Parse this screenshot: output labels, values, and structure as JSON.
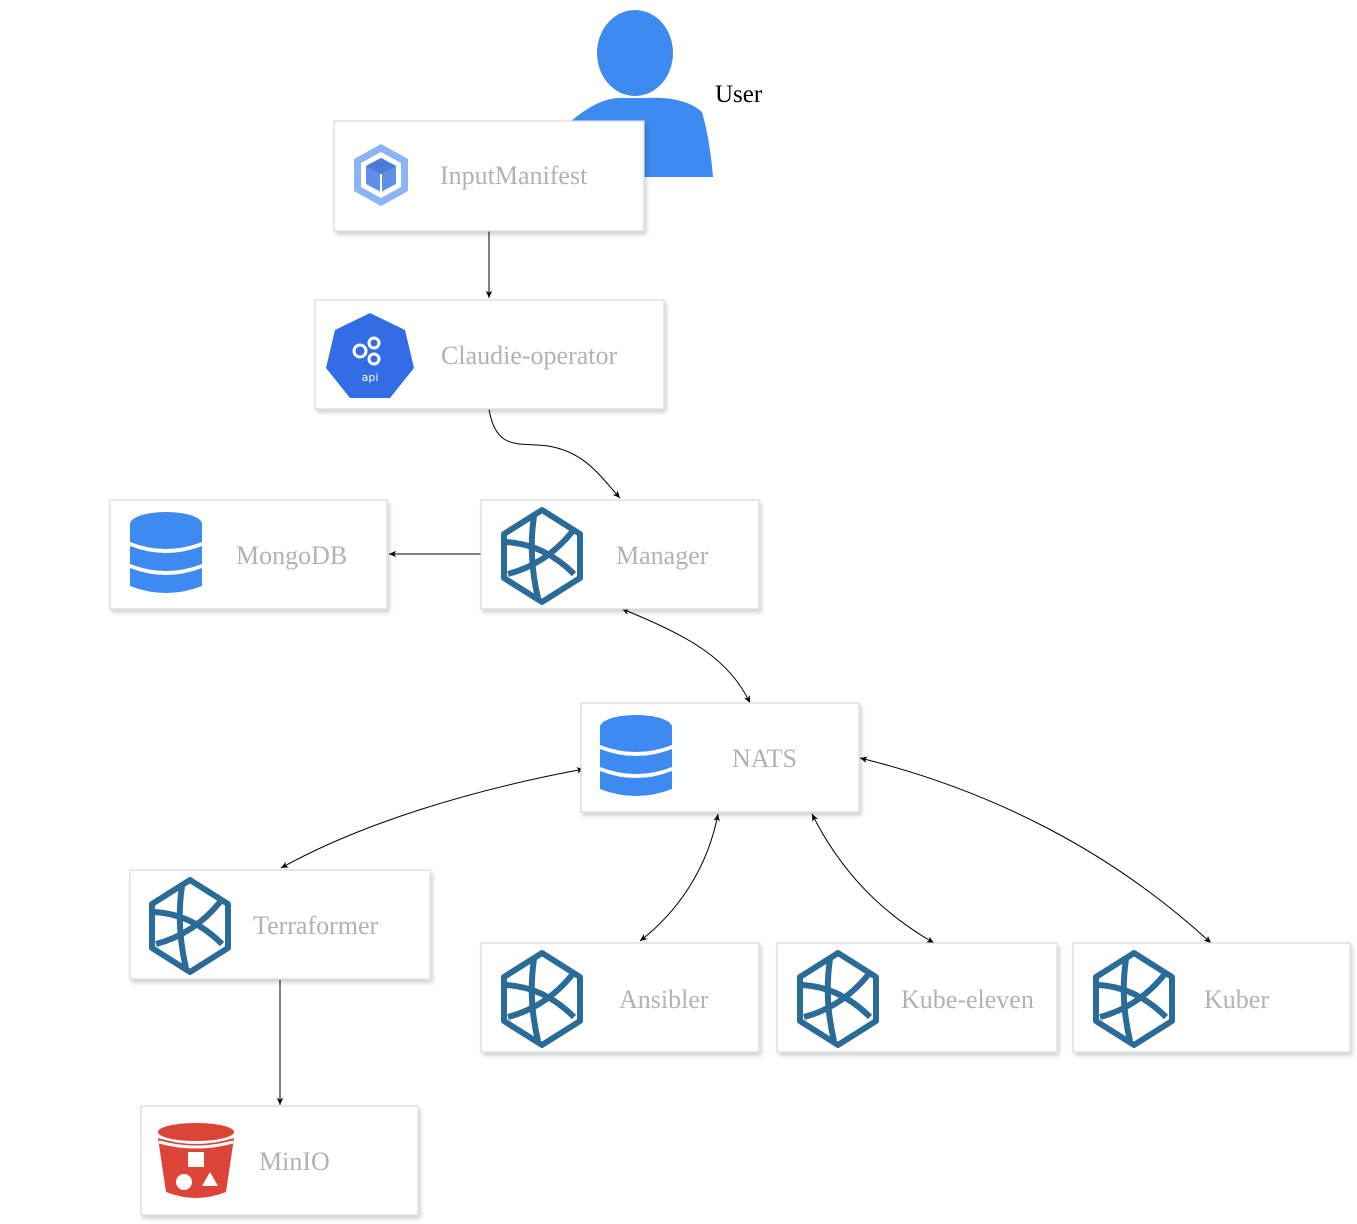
{
  "user": {
    "label": "User"
  },
  "nodes": {
    "input_manifest": {
      "label": "InputManifest",
      "icon": "cube-hexagon-icon"
    },
    "claudie_operator": {
      "label": "Claudie-operator",
      "icon": "kubernetes-api-icon"
    },
    "mongodb": {
      "label": "MongoDB",
      "icon": "database-icon"
    },
    "manager": {
      "label": "Manager",
      "icon": "service-hexagon-icon"
    },
    "nats": {
      "label": "NATS",
      "icon": "database-icon"
    },
    "terraformer": {
      "label": "Terraformer",
      "icon": "service-hexagon-icon"
    },
    "ansibler": {
      "label": "Ansibler",
      "icon": "service-hexagon-icon"
    },
    "kube_eleven": {
      "label": "Kube-eleven",
      "icon": "service-hexagon-icon"
    },
    "kuber": {
      "label": "Kuber",
      "icon": "service-hexagon-icon"
    },
    "minio": {
      "label": "MinIO",
      "icon": "storage-bucket-icon"
    }
  },
  "edges": [
    {
      "from": "input_manifest",
      "to": "claudie_operator",
      "direction": "one-way"
    },
    {
      "from": "claudie_operator",
      "to": "manager",
      "direction": "one-way"
    },
    {
      "from": "manager",
      "to": "mongodb",
      "direction": "one-way"
    },
    {
      "from": "manager",
      "to": "nats",
      "direction": "two-way"
    },
    {
      "from": "nats",
      "to": "terraformer",
      "direction": "two-way"
    },
    {
      "from": "nats",
      "to": "ansibler",
      "direction": "two-way"
    },
    {
      "from": "nats",
      "to": "kube_eleven",
      "direction": "two-way"
    },
    {
      "from": "nats",
      "to": "kuber",
      "direction": "two-way"
    },
    {
      "from": "terraformer",
      "to": "minio",
      "direction": "one-way"
    }
  ],
  "colors": {
    "user": "#3d8af0",
    "database": "#3d8af0",
    "service_hexagon": "#2b6b98",
    "kubernetes": "#326de6",
    "cube": "#8db3f5",
    "bucket": "#db4437",
    "label": "#b2b2b2",
    "box_border": "#d9d9d9"
  }
}
